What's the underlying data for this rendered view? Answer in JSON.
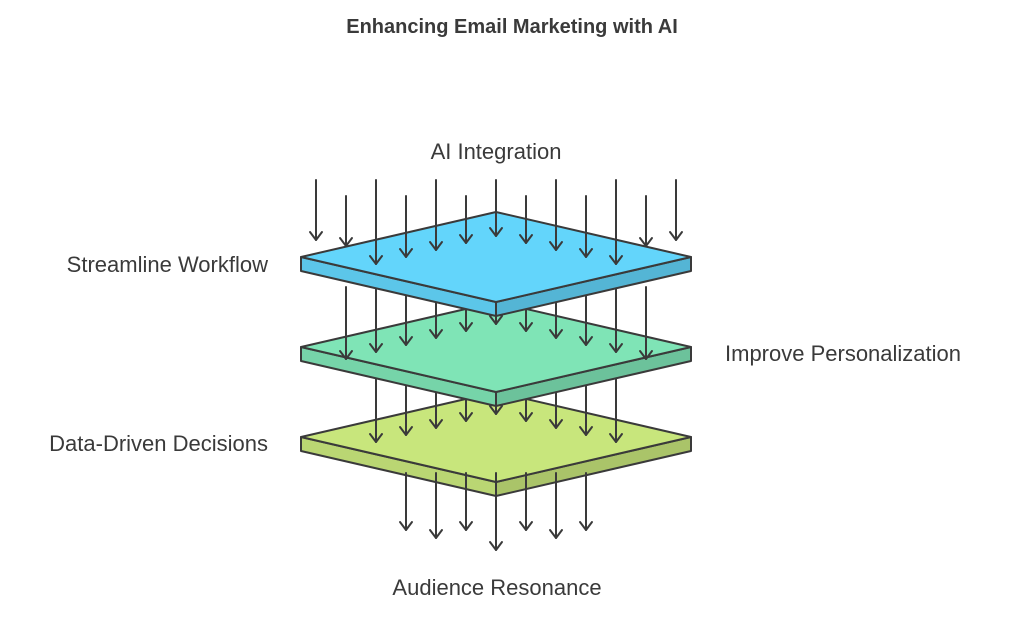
{
  "title": "Enhancing Email Marketing with AI",
  "labels": {
    "top": "AI Integration",
    "layer1": "Streamline Workflow",
    "layer2": "Improve Personalization",
    "layer3": "Data-Driven Decisions",
    "bottom": "Audience Resonance"
  },
  "colors": {
    "layer1": "#63d5fb",
    "layer2": "#7fe4b6",
    "layer3": "#c8e67c",
    "stroke": "#3a3a3a"
  }
}
